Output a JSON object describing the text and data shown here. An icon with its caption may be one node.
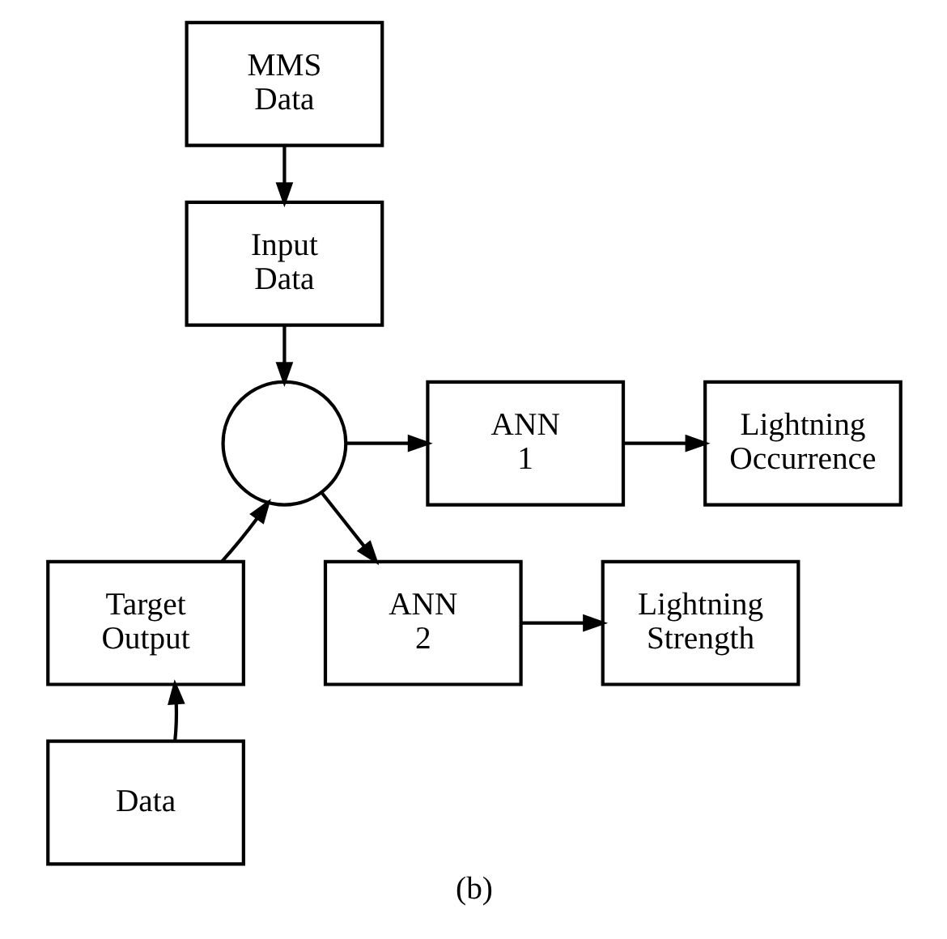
{
  "diagram": {
    "caption": "(b)",
    "nodes": [
      {
        "text": [
          "MMS Data"
        ]
      },
      {
        "text": [
          "Input Data"
        ]
      },
      {
        "text": [],
        "shape": "circle"
      },
      {
        "text": [
          "Target Output"
        ]
      },
      {
        "text": [
          "Data"
        ]
      },
      {
        "text": [
          "ANN 1"
        ]
      },
      {
        "text": [
          "Lightning Occurrence"
        ]
      },
      {
        "text": [
          "ANN 2"
        ]
      },
      {
        "text": [
          "Lightning Strength"
        ]
      }
    ],
    "edges": [
      {
        "from": 0,
        "to": 1,
        "arrow": "to"
      },
      {
        "from": 1,
        "to": 2,
        "arrow": "to"
      },
      {
        "from": 3,
        "to": 2,
        "arrow": "to"
      },
      {
        "from": 4,
        "to": 3,
        "arrow": "to"
      },
      {
        "from": 2,
        "to": 5,
        "arrow": "to"
      },
      {
        "from": 2,
        "to": 7,
        "arrow": "to"
      },
      {
        "from": 5,
        "to": 6,
        "arrow": "to"
      },
      {
        "from": 7,
        "to": 8,
        "arrow": "to"
      }
    ]
  }
}
